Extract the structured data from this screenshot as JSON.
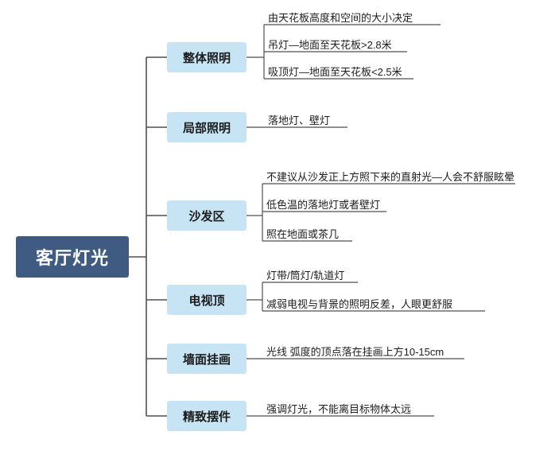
{
  "diagram": {
    "type": "mindmap",
    "root": {
      "label": "客厅灯光"
    },
    "branches": [
      {
        "label": "整体照明",
        "leaves": [
          "由天花板高度和空间的大小决定",
          "吊灯—地面至天花板>2.8米",
          "吸顶灯—地面至天花板<2.5米"
        ]
      },
      {
        "label": "局部照明",
        "leaves": [
          "落地灯、壁灯"
        ]
      },
      {
        "label": "沙发区",
        "leaves": [
          "不建议从沙发正上方照下来的直射光—人会不舒服眩晕",
          "低色温的落地灯或者壁灯",
          "照在地面或茶几"
        ]
      },
      {
        "label": "电视顶",
        "leaves": [
          "灯带/筒灯/轨道灯",
          "减弱电视与背景的照明反差，人眼更舒服"
        ]
      },
      {
        "label": "墙面挂画",
        "leaves": [
          "光线 弧度的顶点落在挂画上方10-15cm"
        ]
      },
      {
        "label": "精致摆件",
        "leaves": [
          "强调灯光，不能离目标物体太远"
        ]
      }
    ],
    "colors": {
      "root_fill": "#3f5b82",
      "root_text": "#ffffff",
      "branch_fill": "#c7e4f5",
      "branch_text": "#1c1c1c",
      "line": "#4f4f4f",
      "background": "#ffffff"
    }
  }
}
